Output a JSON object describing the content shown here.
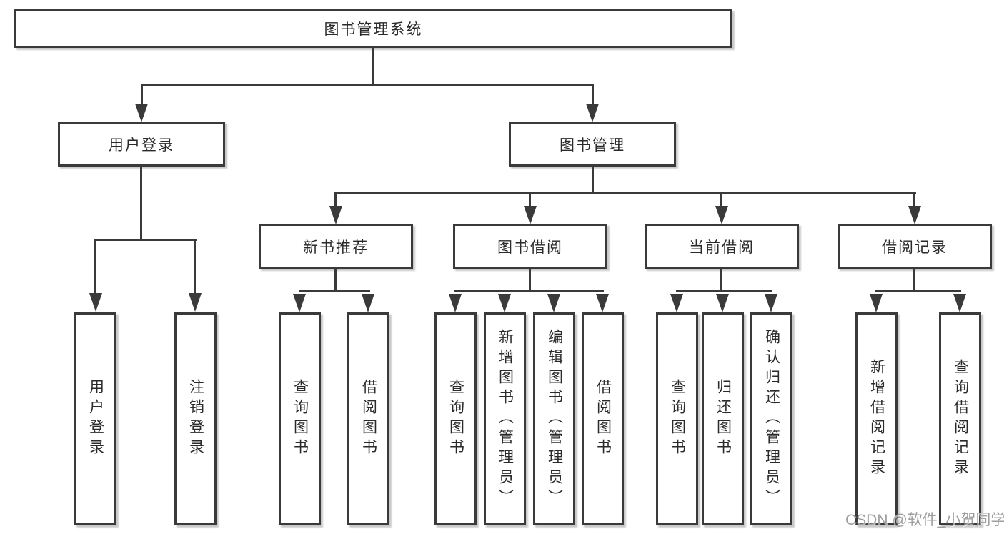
{
  "diagram_type": "hierarchy-tree",
  "structure": {
    "root": "图书管理系统",
    "children": [
      {
        "label": "用户登录",
        "children": [
          "用户登录",
          "注销登录"
        ]
      },
      {
        "label": "图书管理",
        "children": [
          {
            "label": "新书推荐",
            "children": [
              "查询图书",
              "借阅图书"
            ]
          },
          {
            "label": "图书借阅",
            "children": [
              "查询图书",
              "新增图书（管理员）",
              "编辑图书（管理员）",
              "借阅图书"
            ]
          },
          {
            "label": "当前借阅",
            "children": [
              "查询图书",
              "归还图书",
              "确认归还（管理员）"
            ]
          },
          {
            "label": "借阅记录",
            "children": [
              "新增借阅记录",
              "查询借阅记录"
            ]
          }
        ]
      }
    ]
  },
  "watermark": "CSDN @软件_小贺同学",
  "colors": {
    "line": "#3a3a3a",
    "text": "#2a2a2a",
    "watermark": "#9e9e9e",
    "canvas": "#ffffff"
  }
}
